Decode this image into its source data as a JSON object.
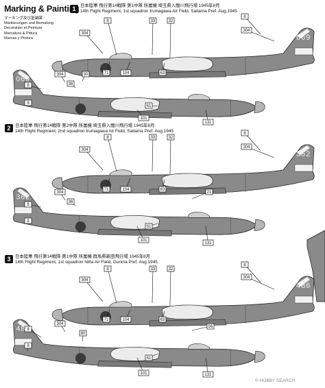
{
  "heading": "Marking & Painting",
  "translations": [
    "マーキング及び塗装図",
    "Markierungen und Bemalung",
    "Decoration et Peinture",
    "Marcatura & Pittura",
    "Marcas y Pintura"
  ],
  "schemes": [
    {
      "number": "1",
      "jp": "日本陸軍 飛行第14戦隊 第1中隊 所属機 埼玉県入間川飛行場 1945年8月",
      "en1": "14th Flight Regiment, 1st squadron Irumagawa Air Field, Saitama Pref. Aug.1945",
      "code": "069"
    },
    {
      "number": "2",
      "jp": "日本陸軍 飛行第14戦隊 第2中隊 所属機 埼玉県入間川飛行場 1945年8月",
      "en1": "14th Flight Regiment, 2nd squadron Irumagawa Air Field, Saitama Pref. Aug.1945",
      "code": "362"
    },
    {
      "number": "3",
      "jp": "日本陸軍 飛行第14戦隊 第1中隊 所属機 群馬県新田飛行場 1945年8月",
      "en1": "14th Flight Regiment, 1st squadron Nitta Air Field, Gunma Pref. Aug.1945",
      "code": "486"
    }
  ],
  "callouts": [
    "304",
    "8",
    "33",
    "32",
    "63",
    "104",
    "71",
    "101",
    "61",
    "131",
    "30",
    "36",
    "21",
    "56",
    "80"
  ],
  "colors": {
    "aircraft": "#8a8a8a",
    "hinomaru": "#3a3a3a",
    "stripe": "#ffffff",
    "outline": "#222222"
  },
  "footer": "© HOBBY SEARCH"
}
